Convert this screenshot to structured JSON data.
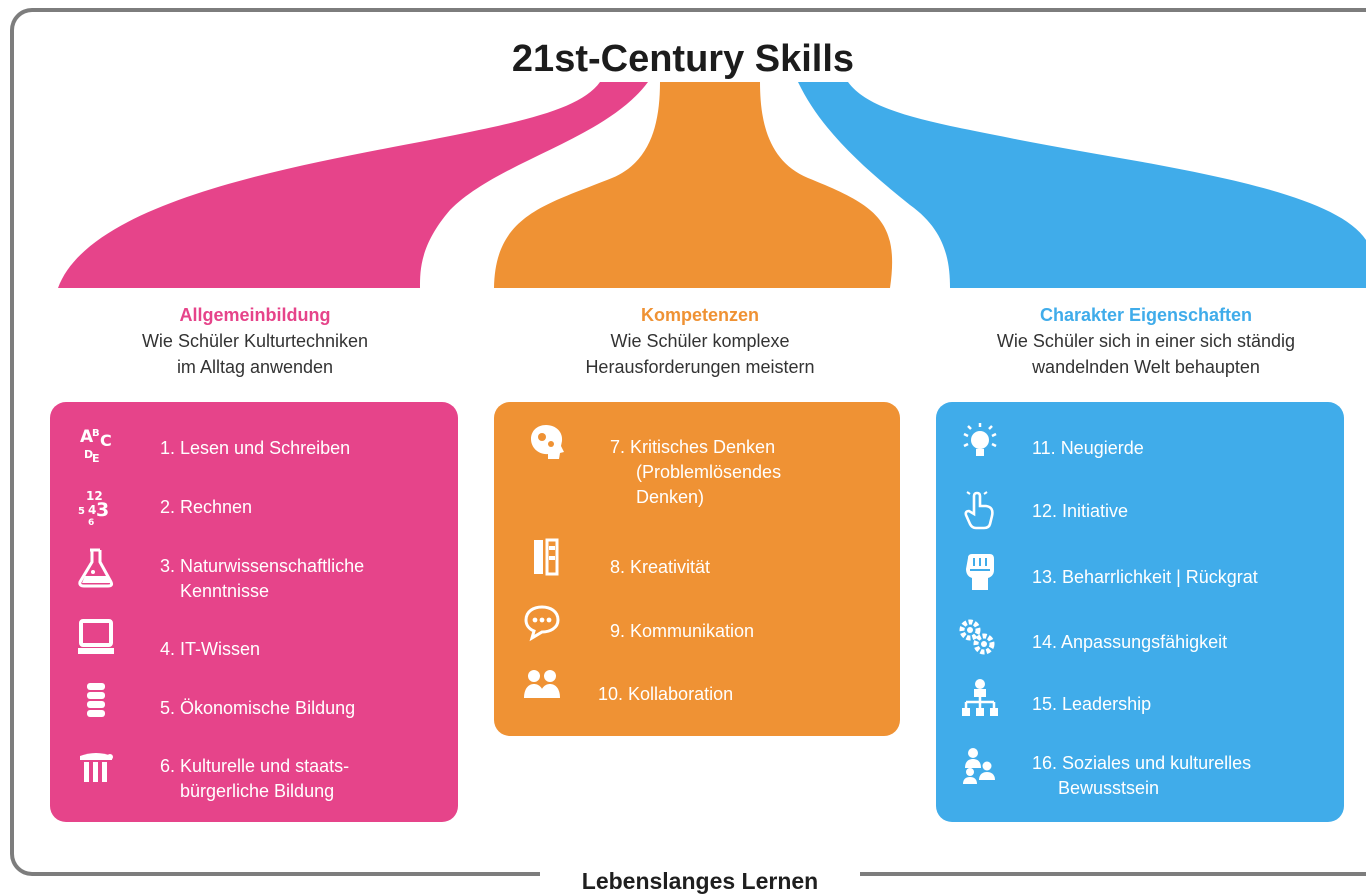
{
  "title": "21st-Century Skills",
  "footer": "Lebenslanges Lernen",
  "colors": {
    "pink": "#e6448a",
    "orange": "#ef9234",
    "blue": "#40acea"
  },
  "columns": [
    {
      "heading": "Allgemeinbildung",
      "subtitle_1": "Wie Schüler Kulturtechniken",
      "subtitle_2": "im Alltag anwenden",
      "items": [
        {
          "icon": "alphabet-icon",
          "line1": "1. Lesen und Schreiben",
          "line2": ""
        },
        {
          "icon": "numbers-icon",
          "line1": "2. Rechnen",
          "line2": ""
        },
        {
          "icon": "flask-icon",
          "line1": "3. Naturwissenschaftliche",
          "line2": "Kenntnisse"
        },
        {
          "icon": "computer-icon",
          "line1": "4. IT-Wissen",
          "line2": ""
        },
        {
          "icon": "coins-icon",
          "line1": "5. Ökonomische Bildung",
          "line2": ""
        },
        {
          "icon": "column-icon",
          "line1": "6. Kulturelle und staats-",
          "line2": "bürgerliche Bildung"
        }
      ]
    },
    {
      "heading": "Kompetenzen",
      "subtitle_1": "Wie Schüler komplexe",
      "subtitle_2": "Herausforderungen meistern",
      "items": [
        {
          "icon": "head-gears-icon",
          "line1": "7. Kritisches Denken",
          "line2": "(Problemlösendes",
          "line3": "Denken)"
        },
        {
          "icon": "creativity-icon",
          "line1": "8. Kreativität",
          "line2": ""
        },
        {
          "icon": "speech-bubbles-icon",
          "line1": "9. Kommunikation",
          "line2": ""
        },
        {
          "icon": "people-icon",
          "line1": "10. Kollaboration",
          "line2": ""
        }
      ]
    },
    {
      "heading": "Charakter Eigenschaften",
      "subtitle_1": "Wie Schüler sich in einer sich ständig",
      "subtitle_2": "wandelnden Welt behaupten",
      "items": [
        {
          "icon": "lightbulb-icon",
          "line1": "11. Neugierde",
          "line2": ""
        },
        {
          "icon": "hand-pointer-icon",
          "line1": "12. Initiative",
          "line2": ""
        },
        {
          "icon": "fist-icon",
          "line1": "13. Beharrlichkeit | Rückgrat",
          "line2": ""
        },
        {
          "icon": "gears-icon",
          "line1": "14. Anpassungsfähigkeit",
          "line2": ""
        },
        {
          "icon": "org-chart-icon",
          "line1": "15. Leadership",
          "line2": ""
        },
        {
          "icon": "group-icon",
          "line1": "16. Soziales und kulturelles",
          "line2": "Bewusstsein"
        }
      ]
    }
  ]
}
